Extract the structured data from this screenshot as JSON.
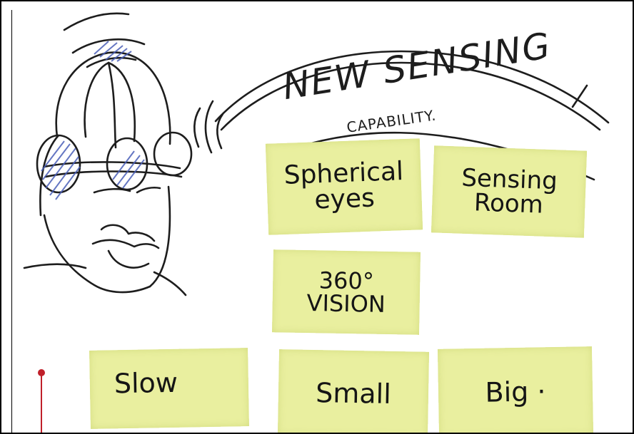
{
  "heading": {
    "title": "NEW SENSING",
    "subtitle": "CAPABILITY."
  },
  "notes": [
    {
      "id": "spherical-eyes",
      "text": "Spherical\neyes"
    },
    {
      "id": "sensing-room",
      "text": "Sensing\nRoom"
    },
    {
      "id": "vision-360",
      "text": "360°\nVISION"
    },
    {
      "id": "slow",
      "text": "Slow"
    },
    {
      "id": "small",
      "text": "Small"
    },
    {
      "id": "big",
      "text": "Big ·"
    }
  ],
  "colors": {
    "sticky_note": "#e9ef9f",
    "ink": "#1d1d1d",
    "hatch_blue": "#4a5fb8",
    "pin_red": "#c0202a"
  }
}
